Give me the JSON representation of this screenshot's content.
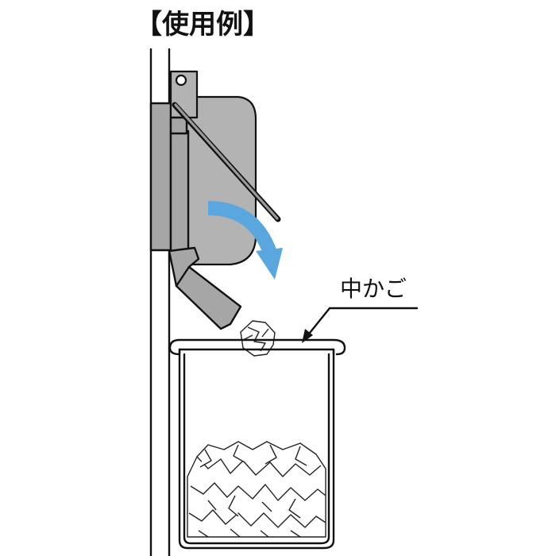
{
  "title": "【使用例】",
  "labels": {
    "inner_basket": "中かご"
  },
  "colors": {
    "flow_arrow": "#5aa7e0",
    "housing": "#a6a6a6",
    "line": "#111111"
  },
  "icons": {
    "flow": "curved-down-arrow"
  }
}
